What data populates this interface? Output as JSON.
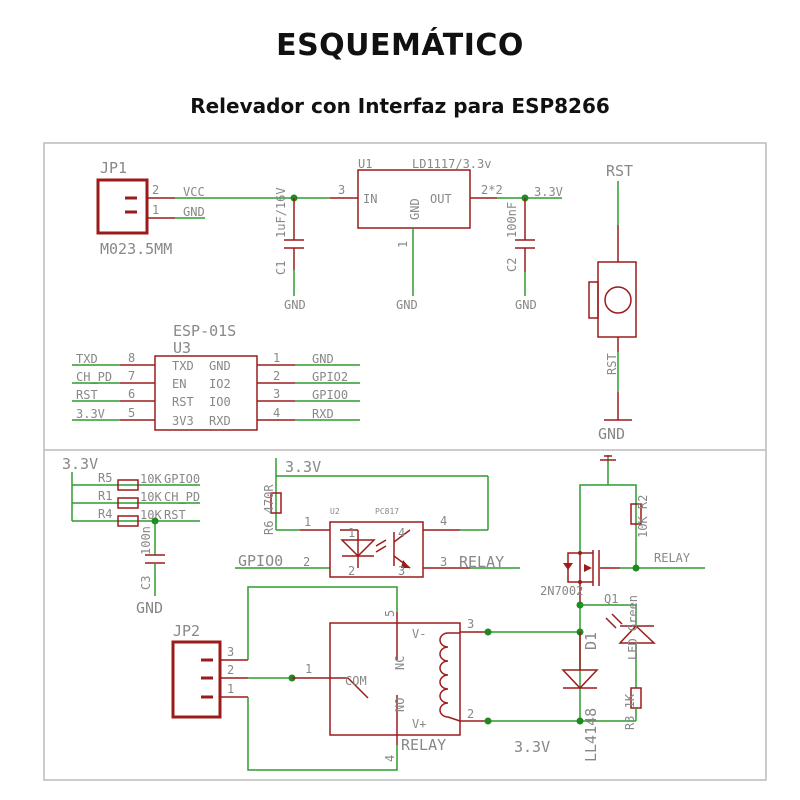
{
  "title": "ESQUEMÁTICO",
  "subtitle": "Relevador con Interfaz para ESP8266",
  "colors": {
    "wire_green": "#2f9a2f",
    "part_red": "#9b1b1b",
    "label_gray": "#888888"
  },
  "power": {
    "jp1": {
      "name": "JP1",
      "value": "M023.5MM",
      "pin2": "2",
      "pin1": "1",
      "net2": "VCC",
      "net1": "GND"
    },
    "c1": {
      "name": "C1",
      "value": "1uF/16V",
      "gnd": "GND"
    },
    "u1": {
      "name": "U1",
      "value": "LD1117/3.3v",
      "in": "IN",
      "gnd": "GND",
      "out": "OUT",
      "pin_in": "3",
      "pin_gnd": "1",
      "pin_out": "2*2",
      "gnd_net": "GND"
    },
    "c2": {
      "name": "C2",
      "value": "100nF",
      "gnd": "GND"
    },
    "out_net": "3.3V",
    "rst_button": {
      "top_net": "RST",
      "name": "RST",
      "bottom_net": "GND"
    }
  },
  "esp": {
    "title": "ESP-01S",
    "name": "U3",
    "left": [
      {
        "net": "TXD",
        "pin": "8",
        "label": "TXD"
      },
      {
        "net": "CH_PD",
        "pin": "7",
        "label": "EN"
      },
      {
        "net": "RST",
        "pin": "6",
        "label": "RST"
      },
      {
        "net": "3.3V",
        "pin": "5",
        "label": "3V3"
      }
    ],
    "right": [
      {
        "net": "GND",
        "pin": "1",
        "label": "GND"
      },
      {
        "net": "GPIO2",
        "pin": "2",
        "label": "IO2"
      },
      {
        "net": "GPIO0",
        "pin": "3",
        "label": "IO0"
      },
      {
        "net": "RXD",
        "pin": "4",
        "label": "RXD"
      }
    ]
  },
  "pullups": {
    "supply": "3.3V",
    "rows": [
      {
        "name": "R5",
        "value": "10K",
        "net": "GPIO0"
      },
      {
        "name": "R1",
        "value": "10K",
        "net": "CH_PD"
      },
      {
        "name": "R4",
        "value": "10K",
        "net": "RST"
      }
    ],
    "c3": {
      "name": "C3",
      "value": "100n",
      "gnd": "GND"
    }
  },
  "opto": {
    "supply": "3.3V",
    "r6": "R6 470R",
    "name": "U2",
    "value": "PC817",
    "pin1": "1",
    "pin2": "2",
    "pin3": "3",
    "pin4": "4",
    "in_net": "GPIO0",
    "out_net": "RELAY",
    "inner": [
      "1",
      "2",
      "4",
      "3"
    ]
  },
  "relay": {
    "jp2": {
      "name": "JP2",
      "pins": [
        "3",
        "2",
        "1"
      ]
    },
    "com_pin": "1",
    "com": "COM",
    "nc": "NC",
    "no": "NO",
    "pin5": "5",
    "pin4": "4",
    "vminus": "V-",
    "vplus": "V+",
    "pin3": "3",
    "pin2": "2",
    "name": "RELAY",
    "supply": "3.3V"
  },
  "driver": {
    "q1_part": "2N7002",
    "q1": "Q1",
    "r2": "10K R2",
    "relay_net": "RELAY",
    "d1": "D1",
    "d1_part": "LL4148",
    "led": "LED Green",
    "r3": "R3 1K"
  }
}
